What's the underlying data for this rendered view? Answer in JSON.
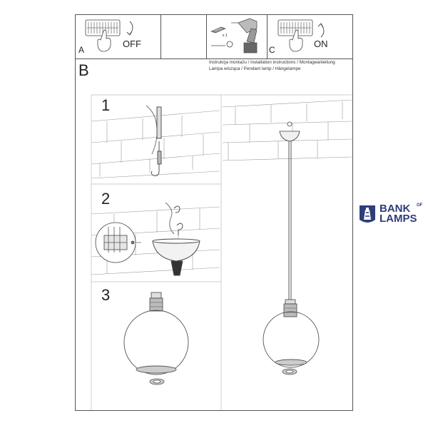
{
  "panel_a": {
    "letter": "A",
    "label": "OFF"
  },
  "panel_c": {
    "letter": "C",
    "label": "ON"
  },
  "tools": {
    "quantity": "x 1"
  },
  "section_b": {
    "letter": "B"
  },
  "captions": {
    "line1": "Instrukcja montażu / installation instructions / Montageanleitung",
    "line2": "Lampa wisząca / Pendant lamp / Hängelampe"
  },
  "steps": [
    "1",
    "2",
    "3"
  ],
  "logo": {
    "word1": "BANK",
    "word2": "OF",
    "word3": "LAMPS",
    "color": "#2f3d7a"
  },
  "colors": {
    "line": "#555555",
    "light": "#bbbbbb"
  }
}
